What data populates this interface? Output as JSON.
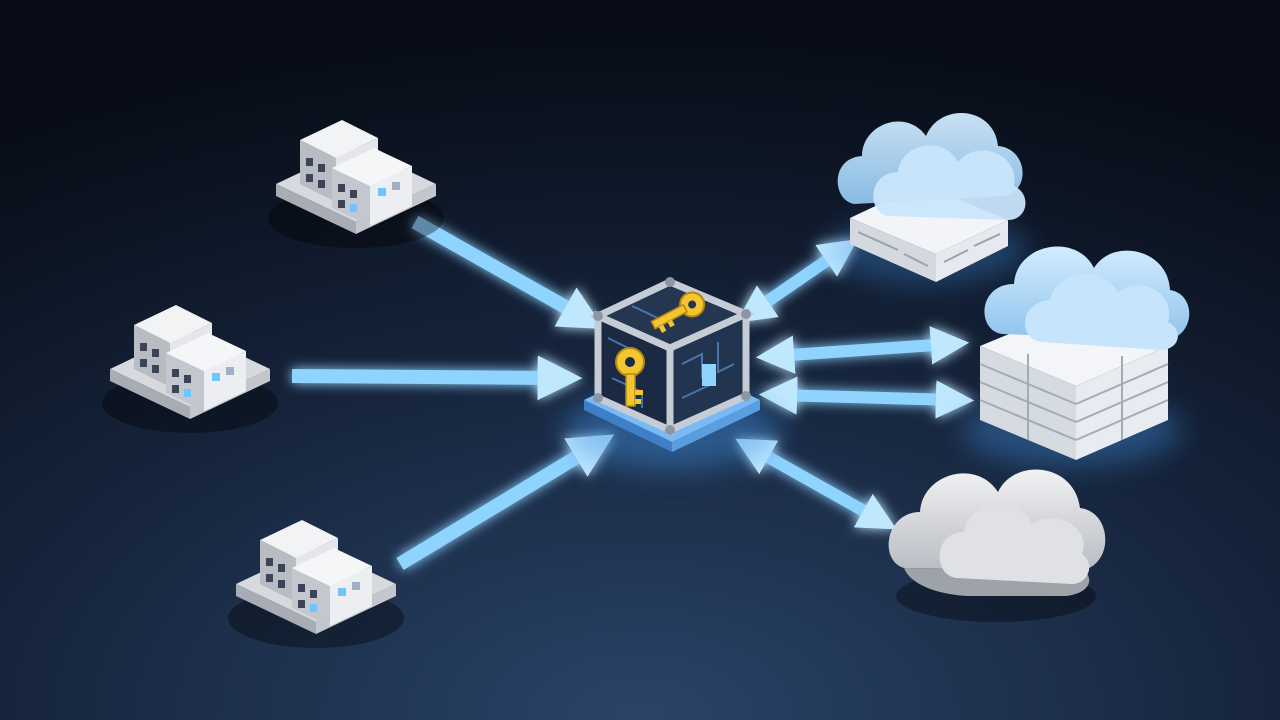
{
  "colors": {
    "background_top": "#080d17",
    "background_bottom": "#2a4468",
    "arrow_glow": "#8fd3ff",
    "key_gold": "#f2c531",
    "hub_frame": "#c6ccd6",
    "hub_panel": "#1b2a42",
    "hub_base": "#6eb3f5",
    "building": "#e3e5e9",
    "cloud_blue": "#b8dcf8",
    "cloud_grey": "#e6e7ea",
    "server": "#eceef2"
  },
  "nodes": {
    "sources": [
      {
        "name": "building-top",
        "icon": "office-building-icon"
      },
      {
        "name": "building-middle",
        "icon": "office-building-icon"
      },
      {
        "name": "building-bottom",
        "icon": "office-building-icon"
      }
    ],
    "hub": {
      "icon": "key-vault-cube-icon"
    },
    "destinations": [
      {
        "name": "cloud-with-servers-top",
        "icon": "cloud-server-icon"
      },
      {
        "name": "cloud-with-server-rack",
        "icon": "cloud-server-rack-icon"
      },
      {
        "name": "plain-cloud",
        "icon": "cloud-icon"
      }
    ]
  },
  "connections": {
    "inbound_one_way": 3,
    "outbound_two_way": 4
  }
}
